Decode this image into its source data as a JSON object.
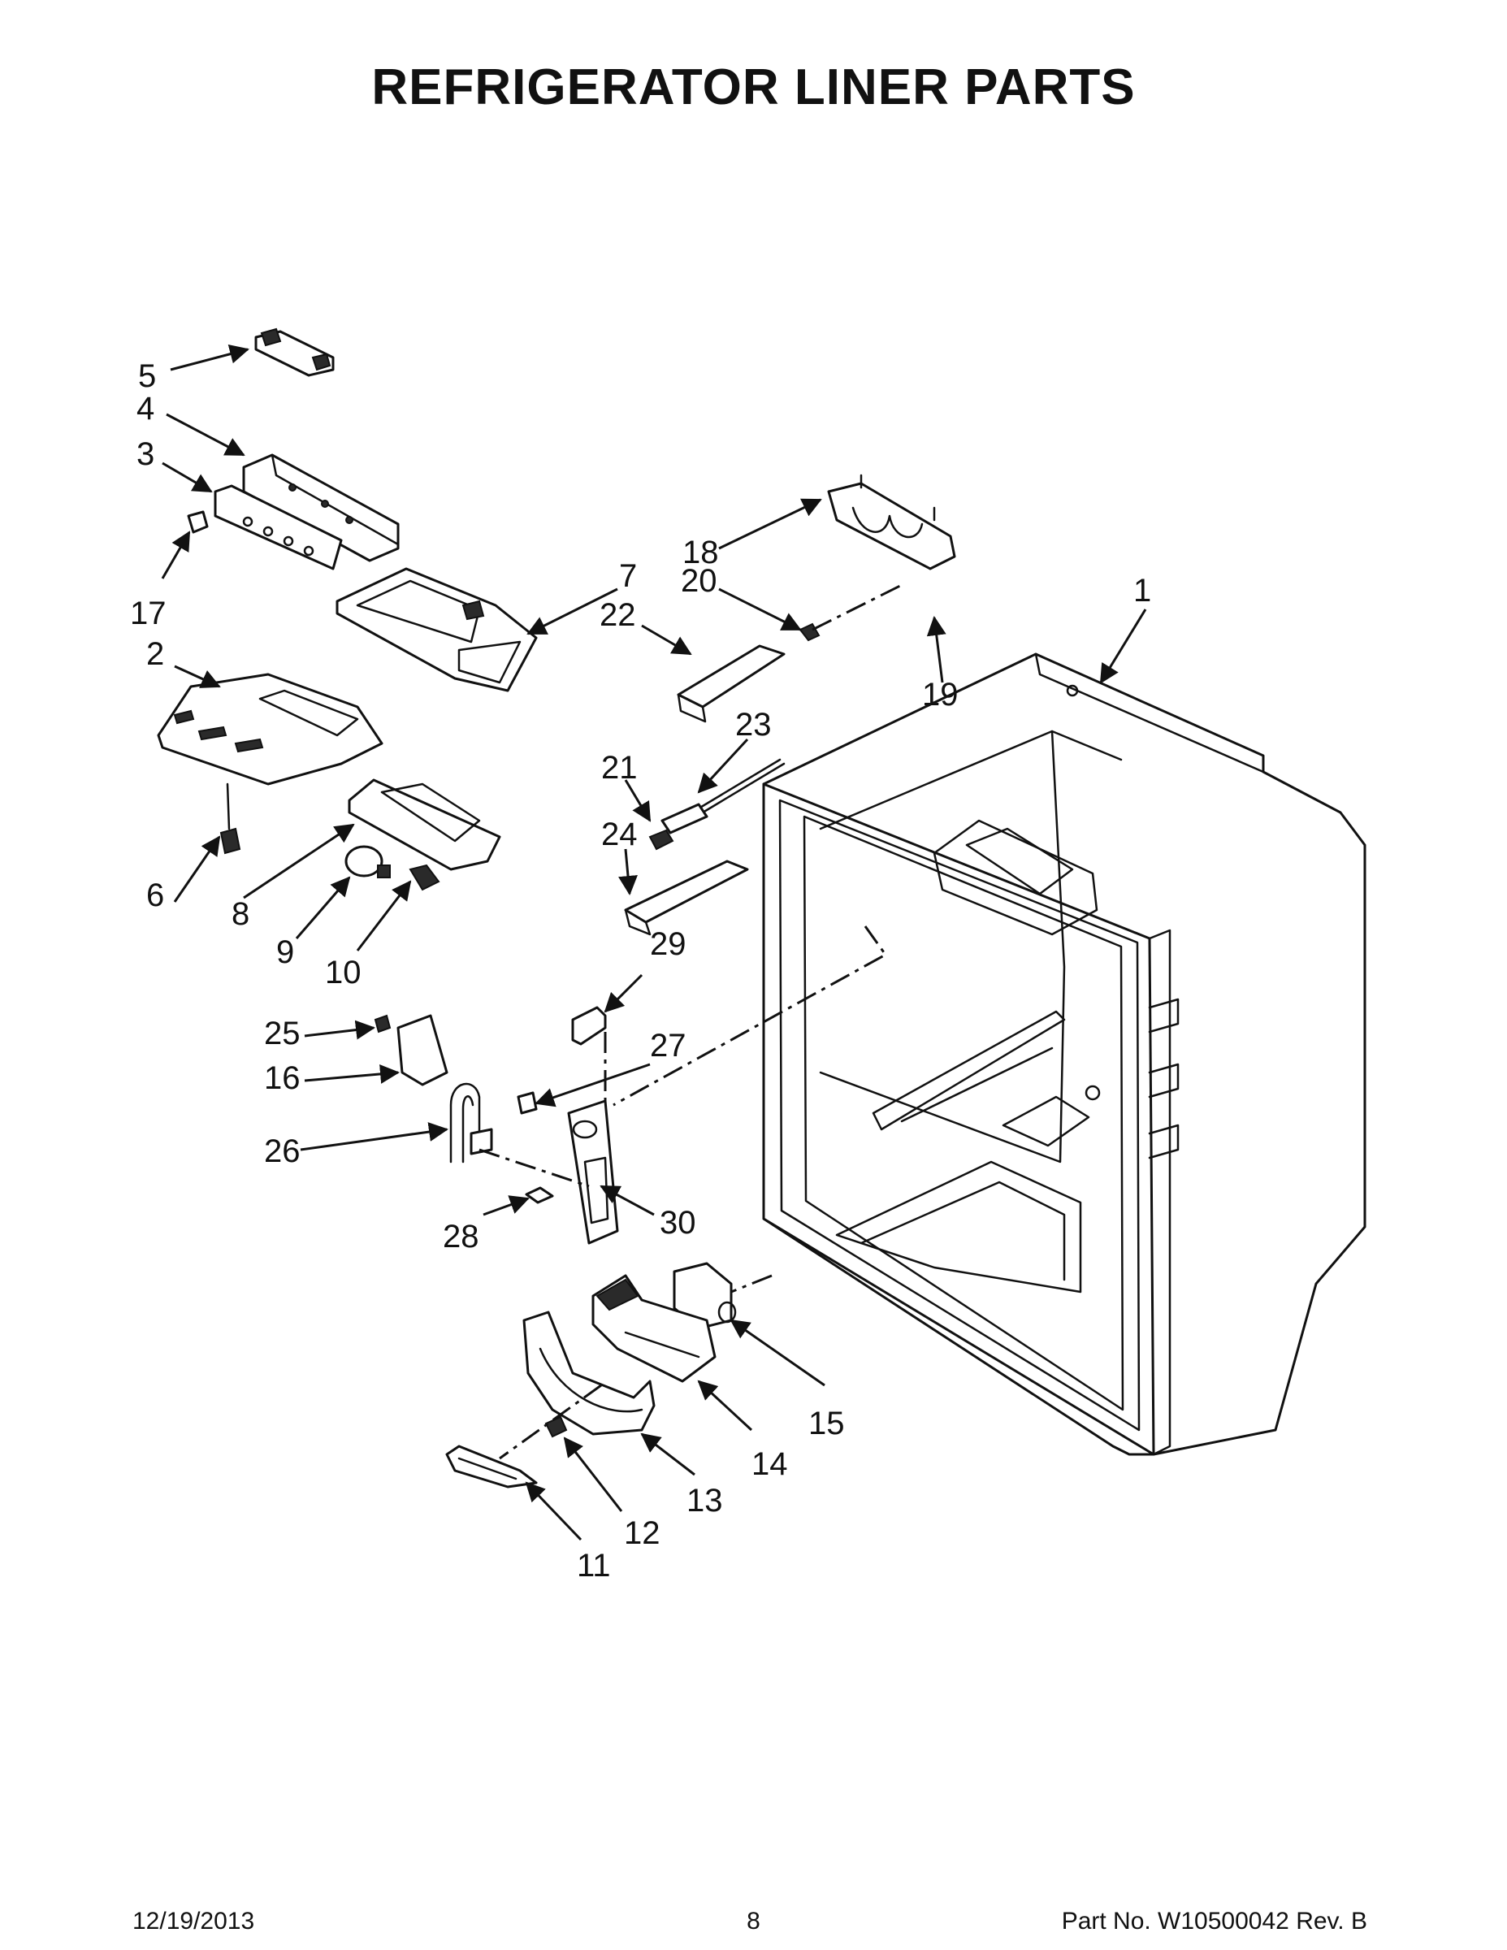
{
  "title": "REFRIGERATOR LINER PARTS",
  "callouts": [
    "1",
    "2",
    "3",
    "4",
    "5",
    "6",
    "7",
    "8",
    "9",
    "10",
    "11",
    "12",
    "13",
    "14",
    "15",
    "16",
    "17",
    "18",
    "19",
    "20",
    "21",
    "22",
    "23",
    "24",
    "25",
    "26",
    "27",
    "28",
    "29",
    "30"
  ],
  "footer": {
    "date": "12/19/2013",
    "page": "8",
    "part_number": "Part No.  W10500042  Rev.  B"
  }
}
